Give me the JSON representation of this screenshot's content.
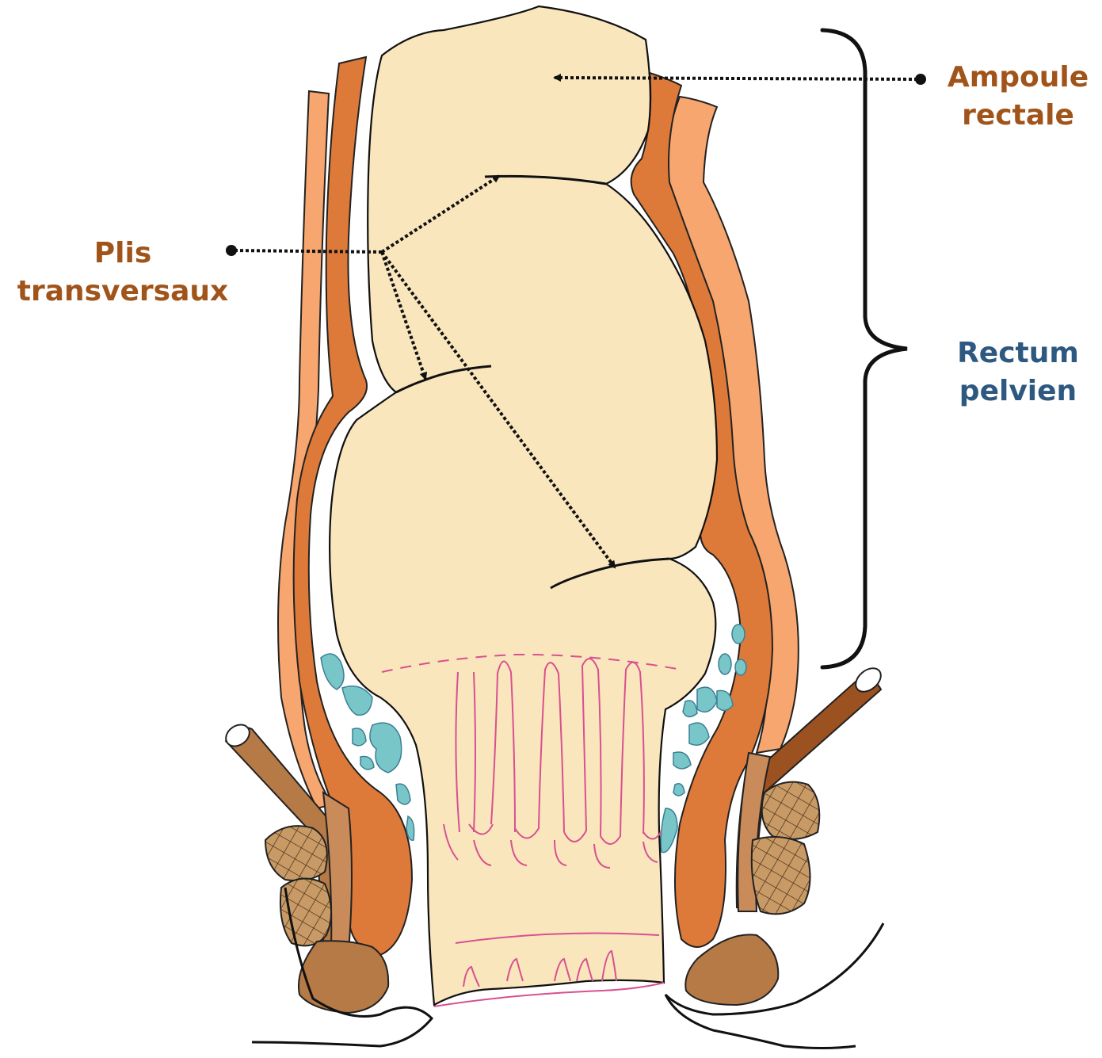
{
  "labels": {
    "ampoule": {
      "line1": "Ampoule",
      "line2": "rectale",
      "color": "#a0541a"
    },
    "plis": {
      "line1": "Plis",
      "line2": "transversaux",
      "color": "#a0541a"
    },
    "rectum": {
      "line1": "Rectum",
      "line2": "pelvien",
      "color": "#2d5880"
    }
  },
  "colors": {
    "lumen": "#f9e6bd",
    "outer_muscle": "#f6a66e",
    "inner_muscle": "#dd7a3a",
    "sphincter_brown": "#b57a46",
    "levator": "#9c5120",
    "fat_cyan": "#79c6c9",
    "mucosa_pink": "#d9508f",
    "outline": "#111111"
  }
}
